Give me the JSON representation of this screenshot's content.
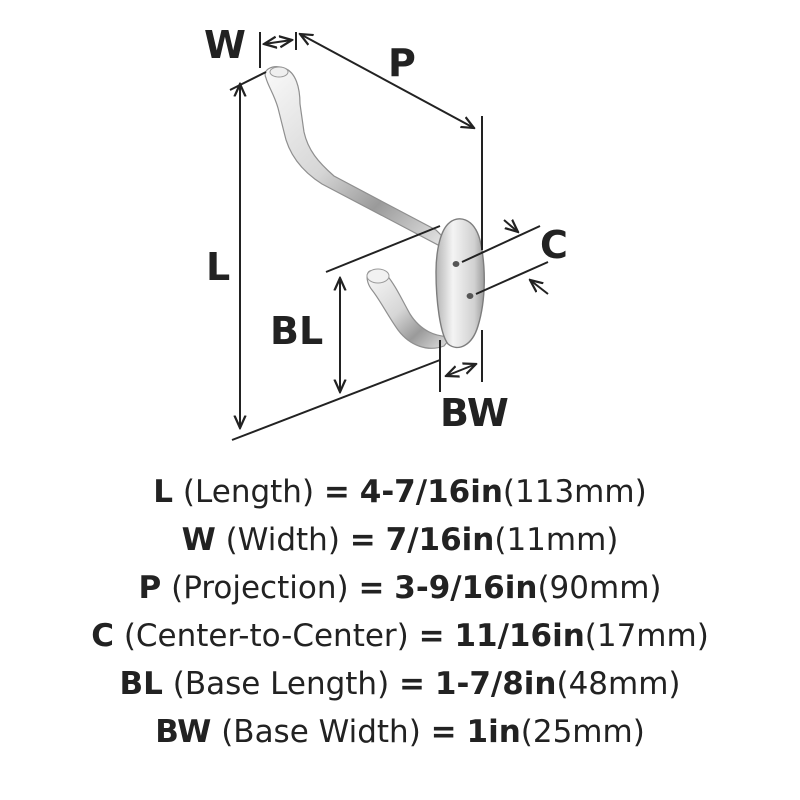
{
  "diagram": {
    "labels": {
      "W": "W",
      "P": "P",
      "L": "L",
      "C": "C",
      "BL": "BL",
      "BW": "BW"
    }
  },
  "specs": [
    {
      "abbr": "L",
      "name": "(Length)",
      "eq": "=",
      "imperial": "4-7/16in",
      "metric": "(113mm)"
    },
    {
      "abbr": "W",
      "name": "(Width)",
      "eq": "=",
      "imperial": "7/16in",
      "metric": "(11mm)"
    },
    {
      "abbr": "P",
      "name": "(Projection)",
      "eq": "=",
      "imperial": "3-9/16in",
      "metric": "(90mm)"
    },
    {
      "abbr": "C",
      "name": "(Center-to-Center)",
      "eq": "=",
      "imperial": "11/16in",
      "metric": "(17mm)"
    },
    {
      "abbr": "BL",
      "name": "(Base Length)",
      "eq": "=",
      "imperial": "1-7/8in",
      "metric": "(48mm)"
    },
    {
      "abbr": "BW",
      "name": "(Base Width)",
      "eq": "=",
      "imperial": "1in",
      "metric": "(25mm)"
    }
  ],
  "colors": {
    "ink": "#222222",
    "metal_light": "#f2f2f2",
    "metal_mid": "#c9c9c9",
    "metal_dark": "#8a8a8a"
  }
}
